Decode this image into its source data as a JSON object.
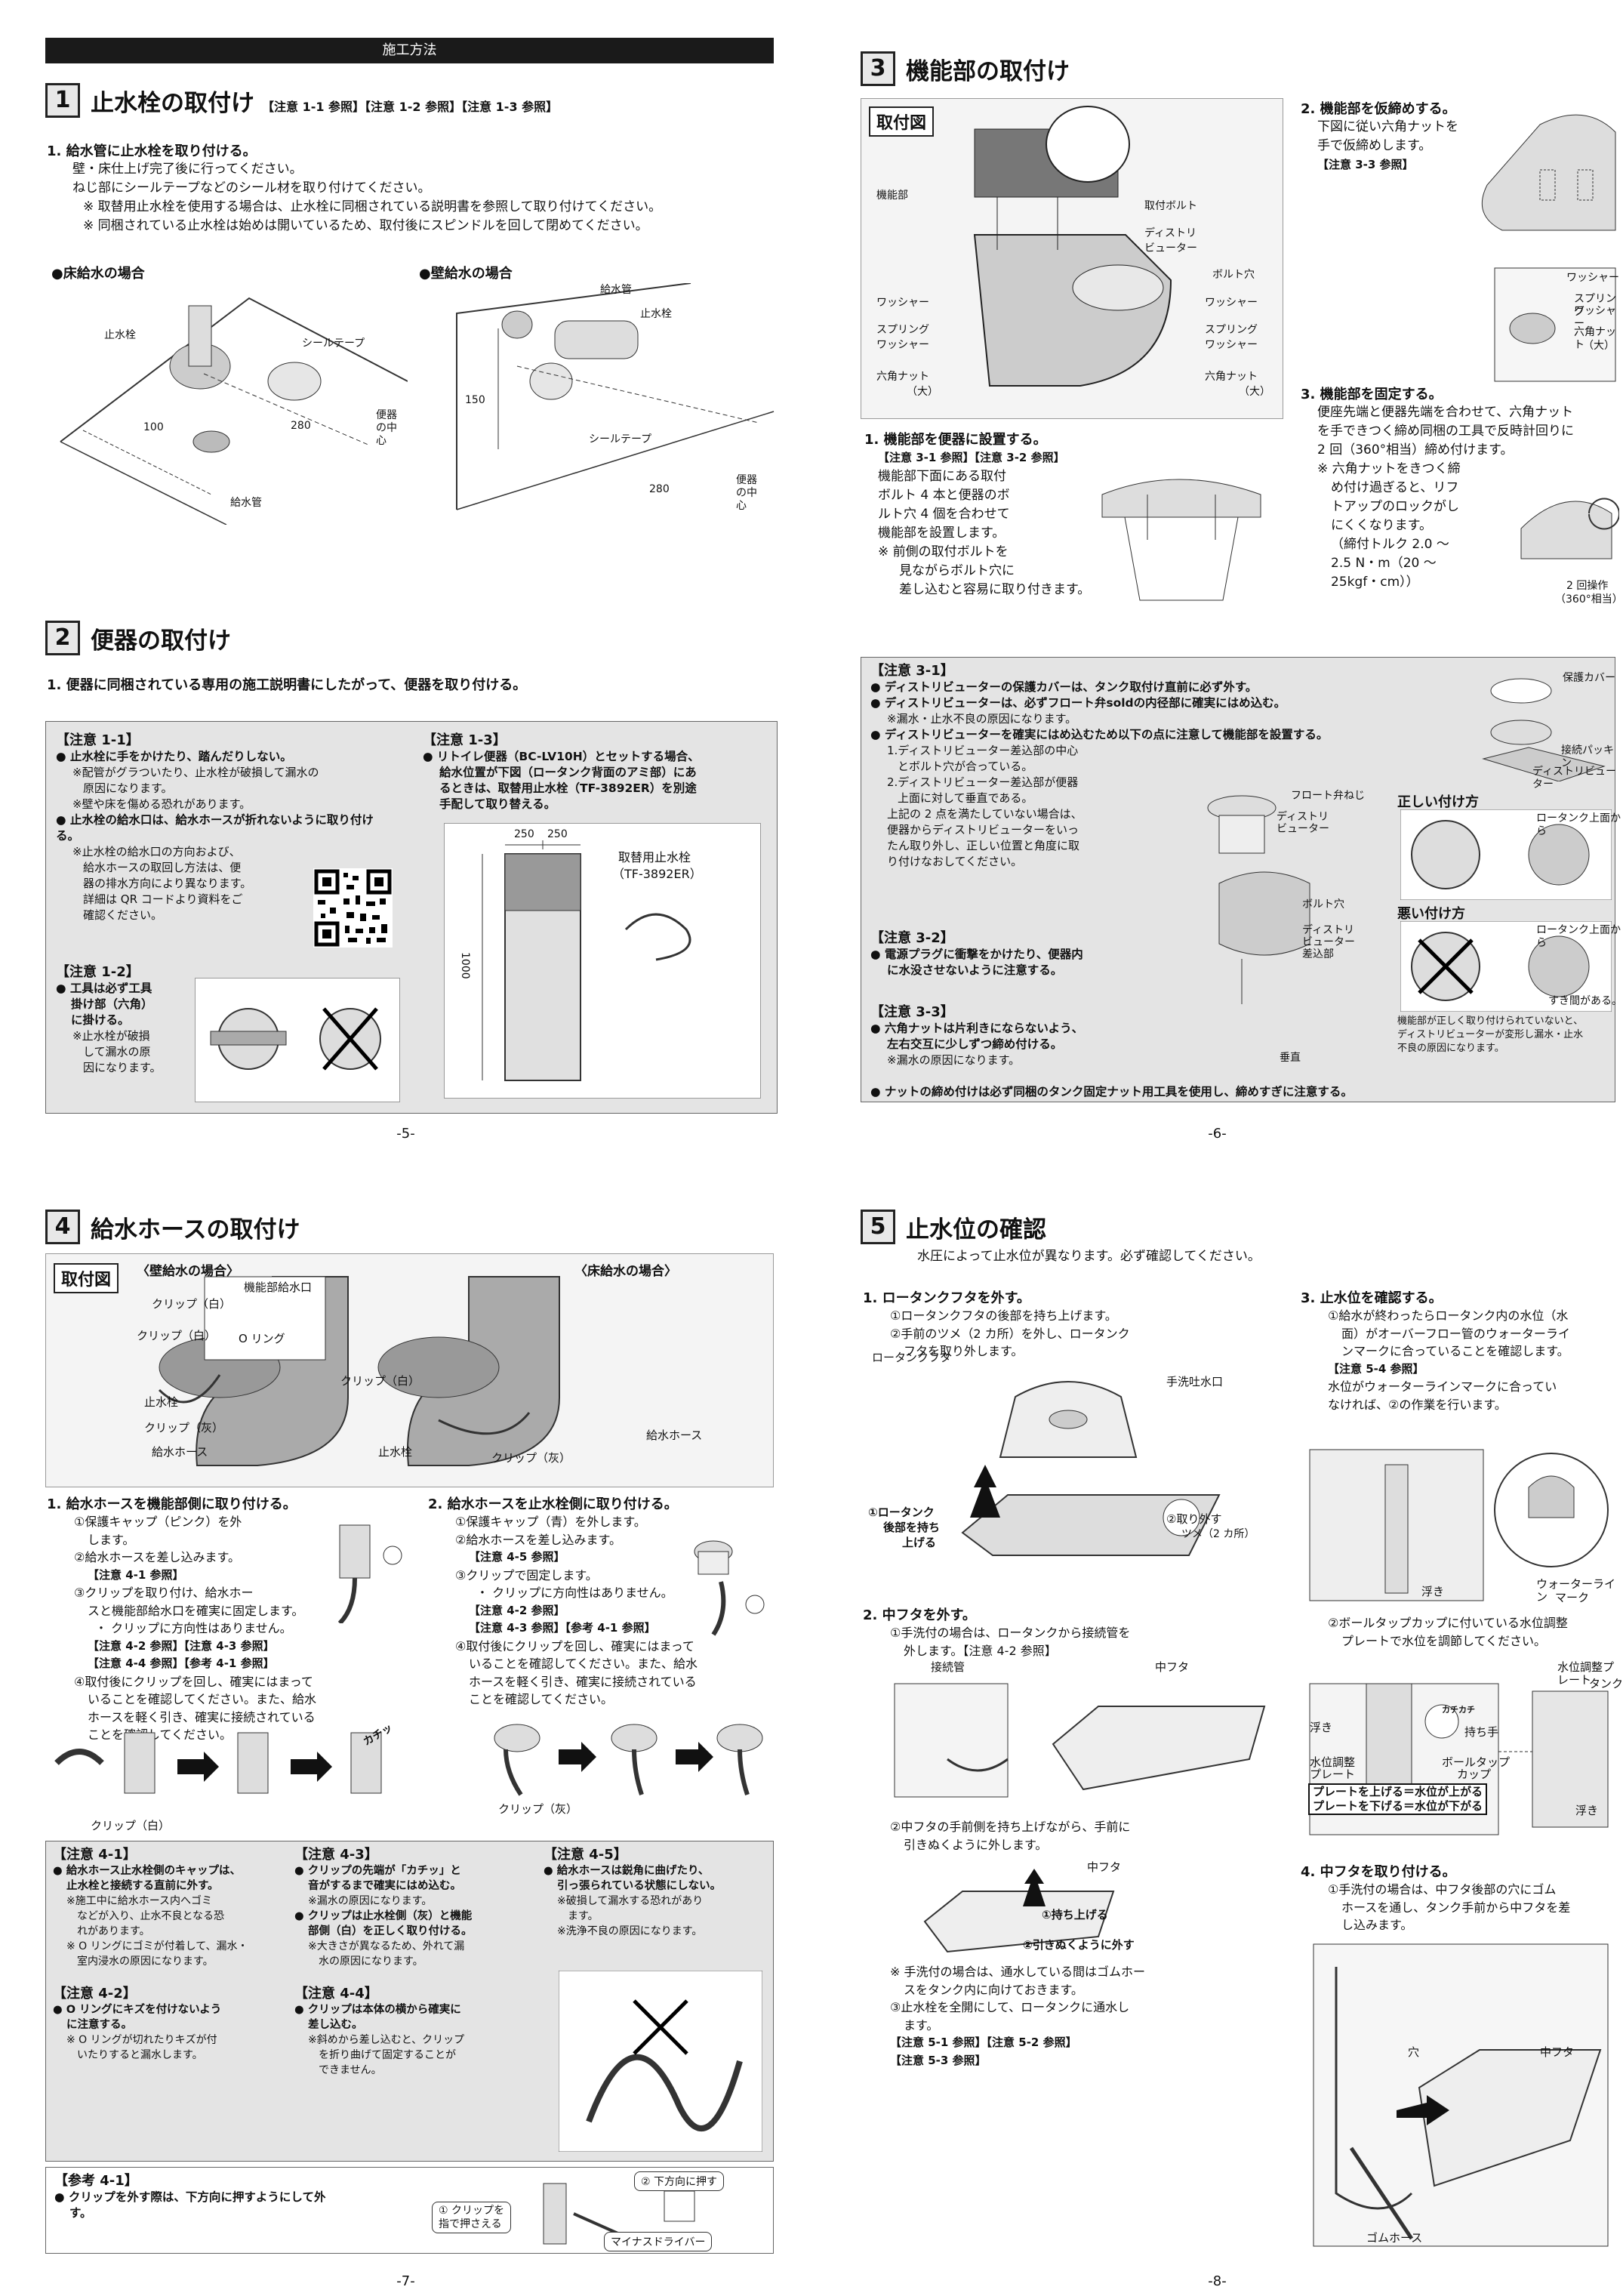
{
  "p5": {
    "header": "施工方法",
    "s1": {
      "num": "1",
      "title": "止水栓の取付け",
      "ref": "【注意 1-1 参照】【注意 1-2 参照】【注意 1-3 参照】",
      "step": "1. 給水管に止水栓を取り付ける。",
      "lines": [
        "壁・床仕上げ完了後に行ってください。",
        "ねじ部にシールテープなどのシール材を取り付けてください。",
        "※ 取替用止水栓を使用する場合は、止水栓に同梱されている説明書を参照して取り付けてください。",
        "※ 同梱されている止水栓は始めは開いているため、取付後にスピンドルを回して閉めてください。"
      ],
      "floor_title": "●床給水の場合",
      "wall_title": "●壁給水の場合",
      "floor_labels": [
        "止水栓",
        "シールテープ",
        "100",
        "280",
        "便器の中心",
        "給水管"
      ],
      "wall_labels": [
        "給水管",
        "止水栓",
        "150",
        "シールテープ",
        "280",
        "便器の中心"
      ]
    },
    "s2": {
      "num": "2",
      "title": "便器の取付け",
      "step": "1. 便器に同梱されている専用の施工説明書にしたがって、便器を取り付ける。"
    },
    "n11": {
      "title": "【注意 1-1】",
      "items": [
        {
          "b": "● 止水栓に手をかけたり、踏んだりしない。",
          "t": [
            "※配管がグラついたり、止水栓が破損して漏水の",
            "原因になります。",
            "※壁や床を傷める恐れがあります。"
          ]
        },
        {
          "b": "● 止水栓の給水口は、給水ホースが折れないように取り付ける。",
          "t": [
            "※止水栓の給水口の方向および、",
            "給水ホースの取回し方法は、便",
            "器の排水方向により異なります。",
            "詳細は QR コードより資料をご",
            "確認ください。"
          ]
        }
      ]
    },
    "n12": {
      "title": "【注意 1-2】",
      "items": [
        "● 工具は必ず工具",
        "掛け部（六角）",
        "に掛ける。"
      ],
      "notes": [
        "※止水栓が破損",
        "して漏水の原",
        "因になります。"
      ]
    },
    "n13": {
      "title": "【注意 1-3】",
      "items": [
        "● リトイレ便器（BC-LV10H）とセットする場合、",
        "給水位置が下図（ロータンク背面のアミ部）にあ",
        "るときは、取替用止水栓（TF-3892ER）を別途",
        "手配して取り替える。"
      ],
      "dims": [
        "250",
        "250",
        "1000"
      ],
      "part_label": "取替用止水栓",
      "part_code": "（TF-3892ER）"
    },
    "page_num": "-5-"
  },
  "p6": {
    "s3": {
      "num": "3",
      "title": "機能部の取付け",
      "fig_title": "取付図",
      "fig_labels": [
        "機能部",
        "取付ボルト",
        "ディストリ",
        "ビューター",
        "ボルト穴",
        "ワッシャー",
        "ワッシャー",
        "スプリング",
        "ワッシャー",
        "スプリング",
        "ワッシャー",
        "六角ナット",
        "（大）",
        "六角ナット",
        "（大）"
      ],
      "step1": "1. 機能部を便器に設置する。",
      "step1_ref": "【注意 3-1 参照】【注意 3-2 参照】",
      "step1_lines": [
        "機能部下面にある取付",
        "ボルト 4 本と便器のボ",
        "ルト穴 4 個を合わせて",
        "機能部を設置します。",
        "※ 前側の取付ボルトを",
        "見ながらボルト穴に",
        "差し込むと容易に取り付きます。"
      ],
      "step2": "2. 機能部を仮締めする。",
      "step2_lines": [
        "下図に従い六角ナットを",
        "手で仮締めします。"
      ],
      "step2_ref": "【注意 3-3 参照】",
      "step2_labels": [
        "ワッシャー",
        "スプリング",
        "ワッシャー",
        "六角ナット",
        "（大）"
      ],
      "step3": "3. 機能部を固定する。",
      "step3_lines": [
        "便座先端と便器先端を合わせて、六角ナット",
        "を手できつく締め同梱の工具で反時計回りに",
        "2 回（360°相当）締め付けます。",
        "※ 六角ナットをきつく締",
        "め付け過ぎると、リフ",
        "トアップのロックがし",
        "にくくなります。",
        "（締付トルク 2.0 ～",
        "2.5 N・m（20 ～",
        "25kgf・cm））"
      ],
      "step3_labels": [
        "2 回操作",
        "（360°相当）"
      ]
    },
    "n31": {
      "title": "【注意 3-1】",
      "b1": "● ディストリビューターの保護カバーは、タンク取付け直前に必ず外す。",
      "b2": "● ディストリビューターは、必ずフロート弁soldの内径部に確実にはめ込む。",
      "t2": "※漏水・止水不良の原因になります。",
      "b3": "● ディストリビューターを確実にはめ込むため以下の点に注意して機能部を設置する。",
      "lines": [
        "1.ディストリビューター差込部の中心",
        "とボルト穴が合っている。",
        "2.ディストリビューター差込部が便器",
        "上面に対して垂直である。",
        "上記の 2 点を満たしていない場合は、",
        "便器からディストリビューターをいっ",
        "たん取り外し、正しい位置と角度に取",
        "り付けなおしてください。"
      ],
      "labels": [
        "保護カバー",
        "接続パッキン",
        "ディストリビューター",
        "フロート弁ねじ",
        "ディストリ",
        "ビューター",
        "ボルト穴",
        "ディストリ",
        "ビューター",
        "差込部",
        "垂直",
        "正しい付け方",
        "ロータンク上面から",
        "悪い付け方",
        "ロータンク上面から",
        "すき間がある。"
      ],
      "bad_note": [
        "機能部が正しく取り付けられていないと、",
        "ディストリビューターが変形し漏水・止水",
        "不良の原因になります。"
      ]
    },
    "n32": {
      "title": "【注意 3-2】",
      "items": [
        "● 電源プラグに衝撃をかけたり、便器内",
        "に水没させないように注意する。"
      ]
    },
    "n33": {
      "title": "【注意 3-3】",
      "items": [
        "● 六角ナットは片利きにならないよう、",
        "左右交互に少しずつ締め付ける。"
      ],
      "note": "※漏水の原因になります。"
    },
    "bottom": "● ナットの締め付けは必ず同梱のタンク固定ナット用工具を使用し、締めすぎに注意する。",
    "page_num": "-6-"
  },
  "p7": {
    "s4": {
      "num": "4",
      "title": "給水ホースの取付け",
      "fig_title": "取付図",
      "wall_case": "〈壁給水の場合〉",
      "floor_case": "〈床給水の場合〉",
      "fig_labels": [
        "機能部給水口",
        "クリップ（白）",
        "クリップ（白）",
        "O リング",
        "クリップ（白）",
        "止水栓",
        "クリップ（灰）",
        "給水ホース",
        "止水栓",
        "給水ホース",
        "クリップ（灰）"
      ],
      "step1": "1. 給水ホースを機能部側に取り付ける。",
      "step1_lines": [
        "①保護キャップ（ピンク）を外",
        "します。",
        "②給水ホースを差し込みます。"
      ],
      "step1_ref1": "【注意 4-1 参照】",
      "step1_lines2": [
        "③クリップを取り付け、給水ホー",
        "スと機能部給水口を確実に固定します。",
        "・ クリップに方向性はありません。"
      ],
      "step1_ref2": "【注意 4-2 参照】【注意 4-3 参照】",
      "step1_ref3": "【注意 4-4 参照】【参考 4-1 参照】",
      "step1_lines3": [
        "④取付後にクリップを回し、確実にはまって",
        "いることを確認してください。また、給水",
        "ホースを軽く引き、確実に接続されている",
        "ことを確認してください。"
      ],
      "clip_white": "クリップ（白）",
      "step2": "2. 給水ホースを止水栓側に取り付ける。",
      "step2_lines": [
        "①保護キャップ（青）を外します。",
        "②給水ホースを差し込みます。"
      ],
      "step2_ref1": "【注意 4-5 参照】",
      "step2_lines2": [
        "③クリップで固定します。",
        "・ クリップに方向性はありません。"
      ],
      "step2_ref2": "【注意 4-2 参照】",
      "step2_ref3": "【注意 4-3 参照】【参考 4-1 参照】",
      "step2_lines3": [
        "④取付後にクリップを回し、確実にはまって",
        "いることを確認してください。また、給水",
        "ホースを軽く引き、確実に接続されている",
        "ことを確認してください。"
      ],
      "clip_gray": "クリップ（灰）",
      "kachi": "カチッ"
    },
    "n41": {
      "title": "【注意 4-1】",
      "b": [
        "● 給水ホース止水栓側のキャップは、",
        "止水栓と接続する直前に外す。"
      ],
      "t": [
        "※施工中に給水ホース内へゴミ",
        "などが入り、止水不良となる恐",
        "れがあります。",
        "※ O リングにゴミが付着して、漏水・",
        "室内浸水の原因になります。"
      ]
    },
    "n42": {
      "title": "【注意 4-2】",
      "b": [
        "● O リングにキズを付けないよう",
        "に注意する。"
      ],
      "t": [
        "※ O リングが切れたりキズが付",
        "いたりすると漏水します。"
      ]
    },
    "n43": {
      "title": "【注意 4-3】",
      "b": [
        "● クリップの先端が「カチッ」と",
        "音がするまで確実にはめ込む。"
      ],
      "t": [
        "※漏水の原因になります。"
      ],
      "b2": [
        "● クリップは止水栓側（灰）と機能",
        "部側（白）を正しく取り付ける。"
      ],
      "t2": [
        "※大きさが異なるため、外れて漏",
        "水の原因になります。"
      ]
    },
    "n44": {
      "title": "【注意 4-4】",
      "b": [
        "● クリップは本体の横から確実に",
        "差し込む。"
      ],
      "t": [
        "※斜めから差し込むと、クリップ",
        "を折り曲げて固定することが",
        "できません。"
      ]
    },
    "n45": {
      "title": "【注意 4-5】",
      "b": [
        "● 給水ホースは鋭角に曲げたり、",
        "引っ張られている状態にしない。"
      ],
      "t": [
        "※破損して漏水する恐れがあり",
        "ます。",
        "※洗浄不良の原因になります。"
      ]
    },
    "r41": {
      "title": "【参考 4-1】",
      "b": [
        "● クリップを外す際は、下方向に押すようにして外",
        "す。"
      ],
      "labels": [
        "① クリップを",
        "指で押さえる",
        "② 下方向に押す",
        "マイナスドライバー"
      ]
    },
    "page_num": "-7-"
  },
  "p8": {
    "s5": {
      "num": "5",
      "title": "止水位の確認",
      "sub": "水圧によって止水位が異なります。必ず確認してください。"
    },
    "st1": {
      "h": "1. ロータンクフタを外す。",
      "lines": [
        "①ロータンクフタの後部を持ち上げます。",
        "②手前のツメ（2 カ所）を外し、ロータンク",
        "フタを取り外します。"
      ],
      "labels": [
        "ロータンクフタ",
        "手洗吐水口",
        "①ロータンク",
        "後部を持ち",
        "上げる",
        "②取り外す",
        "ツメ（2 カ所）"
      ]
    },
    "st2": {
      "h": "2. 中フタを外す。",
      "lines": [
        "①手洗付の場合は、ロータンクから接続管を",
        "外します。【注意 4-2 参照】"
      ],
      "labels": [
        "接続管",
        "中フタ"
      ],
      "lines2": [
        "②中フタの手前側を持ち上げながら、手前に",
        "引きぬくように外します。"
      ],
      "labels2": [
        "中フタ",
        "①持ち上げる",
        "②引きぬくように外す"
      ],
      "lines3": [
        "※ 手洗付の場合は、通水している間はゴムホー",
        "スをタンク内に向けておきます。",
        "③止水栓を全開にして、ロータンクに通水し",
        "ます。"
      ],
      "ref1": "【注意 5-1 参照】【注意 5-2 参照】",
      "ref2": "【注意 5-3 参照】"
    },
    "st3": {
      "h": "3. 止水位を確認する。",
      "lines": [
        "①給水が終わったらロータンク内の水位（水",
        "面）がオーバーフロー管のウォーターライ",
        "ンマークに合っていることを確認します。"
      ],
      "ref": "【注意 5-4 参照】",
      "lines2": [
        "水位がウォーターラインマークに合ってい",
        "なければ、②の作業を行います。"
      ],
      "labels": [
        "浮き",
        "ウォーターライン",
        "マーク"
      ],
      "lines3": [
        "②ボールタップカップに付いている水位調整",
        "プレートで水位を調節してください。"
      ],
      "labels2": [
        "水位調整プレート",
        "タンク",
        "浮き",
        "カチカチ",
        "持ち手",
        "水位調整",
        "プレート",
        "ボールタップ",
        "カップ",
        "浮き"
      ],
      "up": "プレートを上げる＝水位が上がる",
      "down": "プレートを下げる＝水位が下がる"
    },
    "st4": {
      "h": "4. 中フタを取り付ける。",
      "lines": [
        "①手洗付の場合は、中フタ後部の穴にゴム",
        "ホースを通し、タンク手前から中フタを差",
        "し込みます。"
      ],
      "labels": [
        "穴",
        "中フタ",
        "ゴムホース"
      ]
    },
    "page_num": "-8-"
  }
}
